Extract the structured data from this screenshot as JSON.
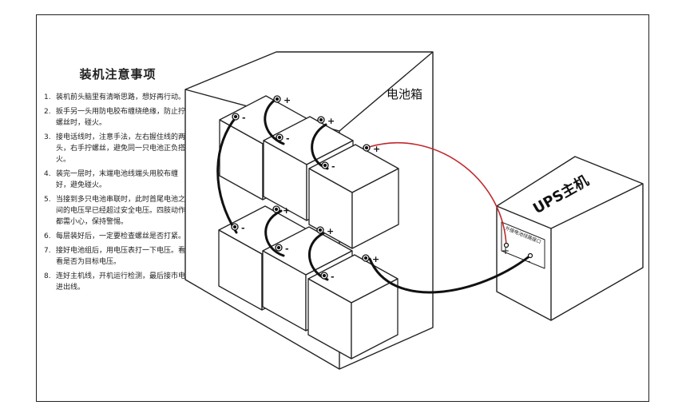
{
  "notes": {
    "title": "装机注意事项",
    "items": [
      {
        "num": "1.",
        "text": "装机前头脑里有清晰思路，想好再行动。"
      },
      {
        "num": "2.",
        "text": "扳手另一头用防电胶布缠绕绝缘，防止拧螺丝时，碰火。"
      },
      {
        "num": "3.",
        "text": "接电话线时，注意手法，左右握住线的两头，右手拧螺丝，避免同一只电池正负搭火。"
      },
      {
        "num": "4.",
        "text": "装完一层时，末端电池线端头用胶布缠好，避免碰火。"
      },
      {
        "num": "5.",
        "text": "当接到多只电池串联时，此时首尾电池之间的电压早已经超过安全电压。四肢动作都需小心，保持警惕。"
      },
      {
        "num": "6.",
        "text": "每层装好后，一定要检查螺丝是否打紧。"
      },
      {
        "num": "7.",
        "text": "接好电池组后，用电压表打一下电压。看看是否为目标电压。"
      },
      {
        "num": "8.",
        "text": "连好主机线，开机运行检测，最后接市电进出线。"
      }
    ]
  },
  "diagram": {
    "battery_box_label": "电池箱",
    "ups_label": "UPS主机",
    "ups_port_label": "外接电池线路接口",
    "plus": "+",
    "minus": "-",
    "colors": {
      "positive_cable": "#c0282a",
      "wire": "#111111",
      "outline": "#222222"
    }
  }
}
